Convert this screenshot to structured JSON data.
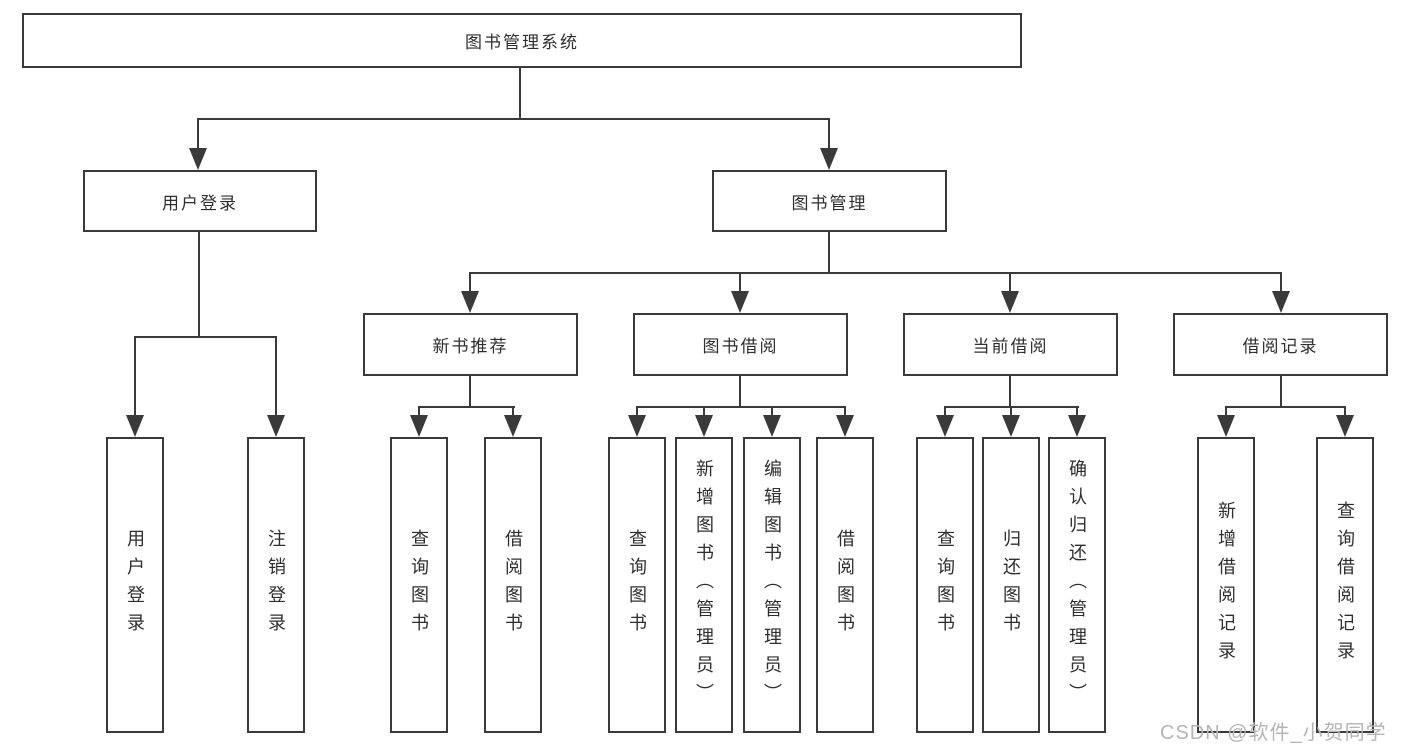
{
  "tree": {
    "label": "图书管理系统",
    "children": [
      {
        "label": "用户登录",
        "children": [
          {
            "label": "用户登录"
          },
          {
            "label": "注销登录"
          }
        ]
      },
      {
        "label": "图书管理",
        "children": [
          {
            "label": "新书推荐",
            "children": [
              {
                "label": "查询图书"
              },
              {
                "label": "借阅图书"
              }
            ]
          },
          {
            "label": "图书借阅",
            "children": [
              {
                "label": "查询图书"
              },
              {
                "label": "新增图书（管理员）"
              },
              {
                "label": "编辑图书（管理员）"
              },
              {
                "label": "借阅图书"
              }
            ]
          },
          {
            "label": "当前借阅",
            "children": [
              {
                "label": "查询图书"
              },
              {
                "label": "归还图书"
              },
              {
                "label": "确认归还（管理员）"
              }
            ]
          },
          {
            "label": "借阅记录",
            "children": [
              {
                "label": "新增借阅记录"
              },
              {
                "label": "查询借阅记录"
              }
            ]
          }
        ]
      }
    ]
  },
  "watermark": "CSDN @软件_小贺同学",
  "colors": {
    "line": "#3a3a3a",
    "text": "#2e2e2e",
    "wm": "#b5b5b5",
    "bg": "#ffffff"
  }
}
